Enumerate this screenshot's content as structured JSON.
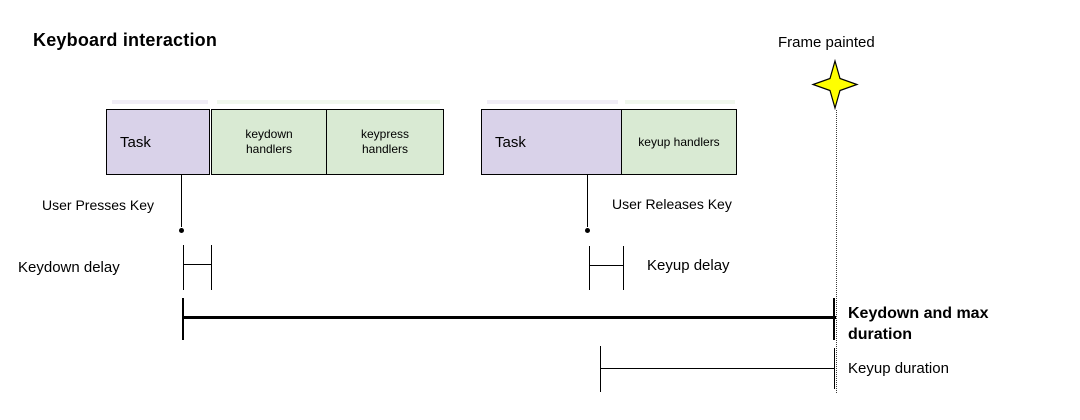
{
  "title": "Keyboard interaction",
  "frame_painted_label": "Frame painted",
  "colors": {
    "task_fill": "#d9d2e9",
    "handler_fill": "#d9ead3",
    "star_fill": "#ffff00",
    "line_color": "#000000"
  },
  "boxes": {
    "task1_label": "Task",
    "keydown_handlers_label": "keydown\nhandlers",
    "keypress_handlers_label": "keypress\nhandlers",
    "task2_label": "Task",
    "keyup_handlers_label": "keyup handlers"
  },
  "annotations": {
    "user_presses_key": "User Presses Key",
    "user_releases_key": "User Releases Key",
    "keydown_delay": "Keydown delay",
    "keyup_delay": "Keyup delay",
    "keydown_max_duration": "Keydown and max duration",
    "keyup_duration": "Keyup duration"
  }
}
